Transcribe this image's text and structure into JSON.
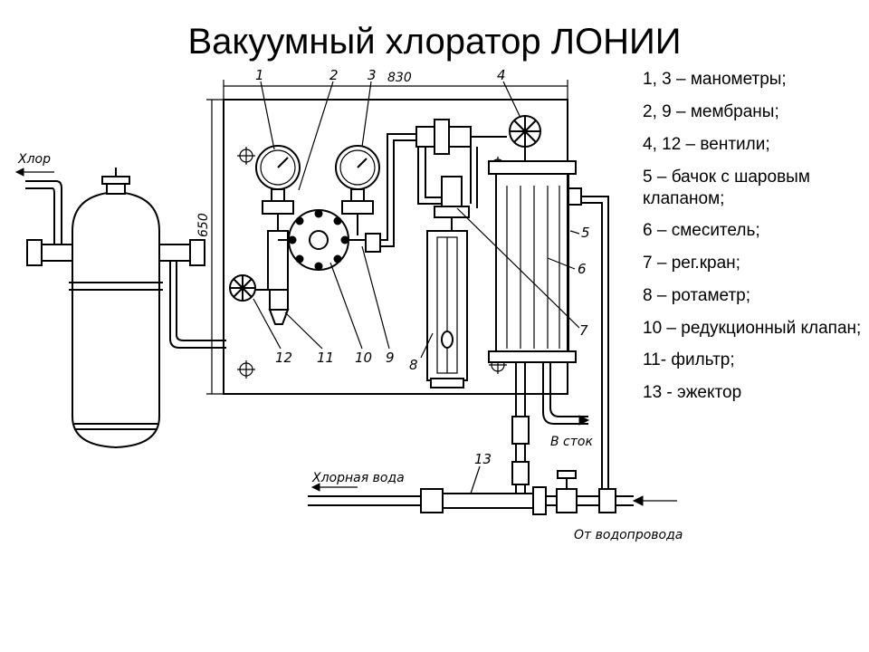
{
  "title": "Вакуумный хлоратор ЛОНИИ",
  "legend": [
    "1, 3 – манометры;",
    "2, 9 – мембраны;",
    "4, 12 – вентили;",
    "5 – бачок с шаровым клапаном;",
    "6 – смеситель;",
    "7 – рег.кран;",
    "8 – ротаметр;",
    "10 – редукционный клапан;",
    "11- фильтр;",
    "13 - эжектор"
  ],
  "drawing": {
    "dim_width": "830",
    "dim_height": "650",
    "label_chlorine": "Хлор",
    "label_drain": "В сток",
    "label_chlorine_water": "Хлорная вода",
    "label_from_water": "От водопровода",
    "callouts": [
      "1",
      "2",
      "3",
      "4",
      "5",
      "6",
      "7",
      "8",
      "9",
      "10",
      "11",
      "12",
      "13"
    ]
  }
}
